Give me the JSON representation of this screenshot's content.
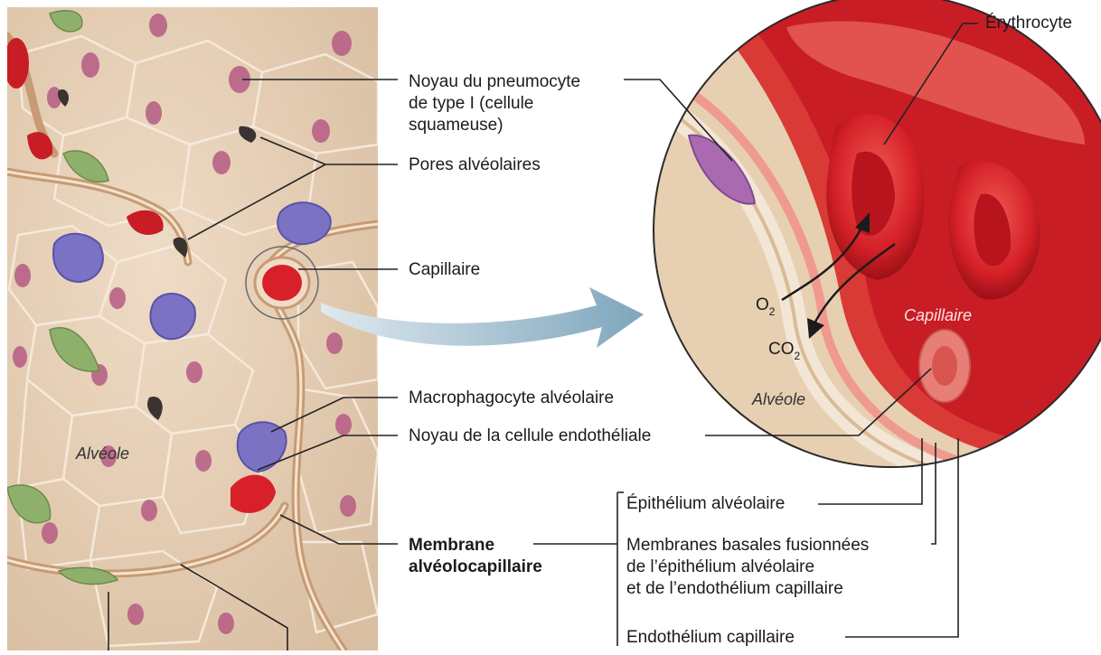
{
  "labels": {
    "noyau_pneumocyte": "Noyau du pneumocyte\nde type I (cellule\nsquameuse)",
    "pores": "Pores alvéolaires",
    "capillaire": "Capillaire",
    "macrophagocyte": "Macrophagocyte alvéolaire",
    "noyau_endo": "Noyau de la cellule endothéliale",
    "membrane": "Membrane\nalvéolocapillaire",
    "epithelium": "Épithélium alvéolaire",
    "membranes_basales": "Membranes basales fusionnées\nde l’épithélium alvéolaire\net de l’endothélium capillaire",
    "endothelium": "Endothélium capillaire",
    "erythrocyte": "Érythrocyte",
    "alveole_left": "Alvéole",
    "alveole_zoom": "Alvéole",
    "capillaire_zoom": "Capillaire",
    "o2": "O",
    "o2_sub": "2",
    "co2": "CO",
    "co2_sub": "2"
  },
  "colors": {
    "tissue": "#e9d3b8",
    "cell_outline": "#f6eadb",
    "nucleus": "#b65c84",
    "macrophage": "#7b72c4",
    "blood": "#d8202a",
    "blood_dark": "#a8141c",
    "green_cell": "#8fb06a",
    "arrow": "#8fb1c4",
    "line": "#222222"
  }
}
